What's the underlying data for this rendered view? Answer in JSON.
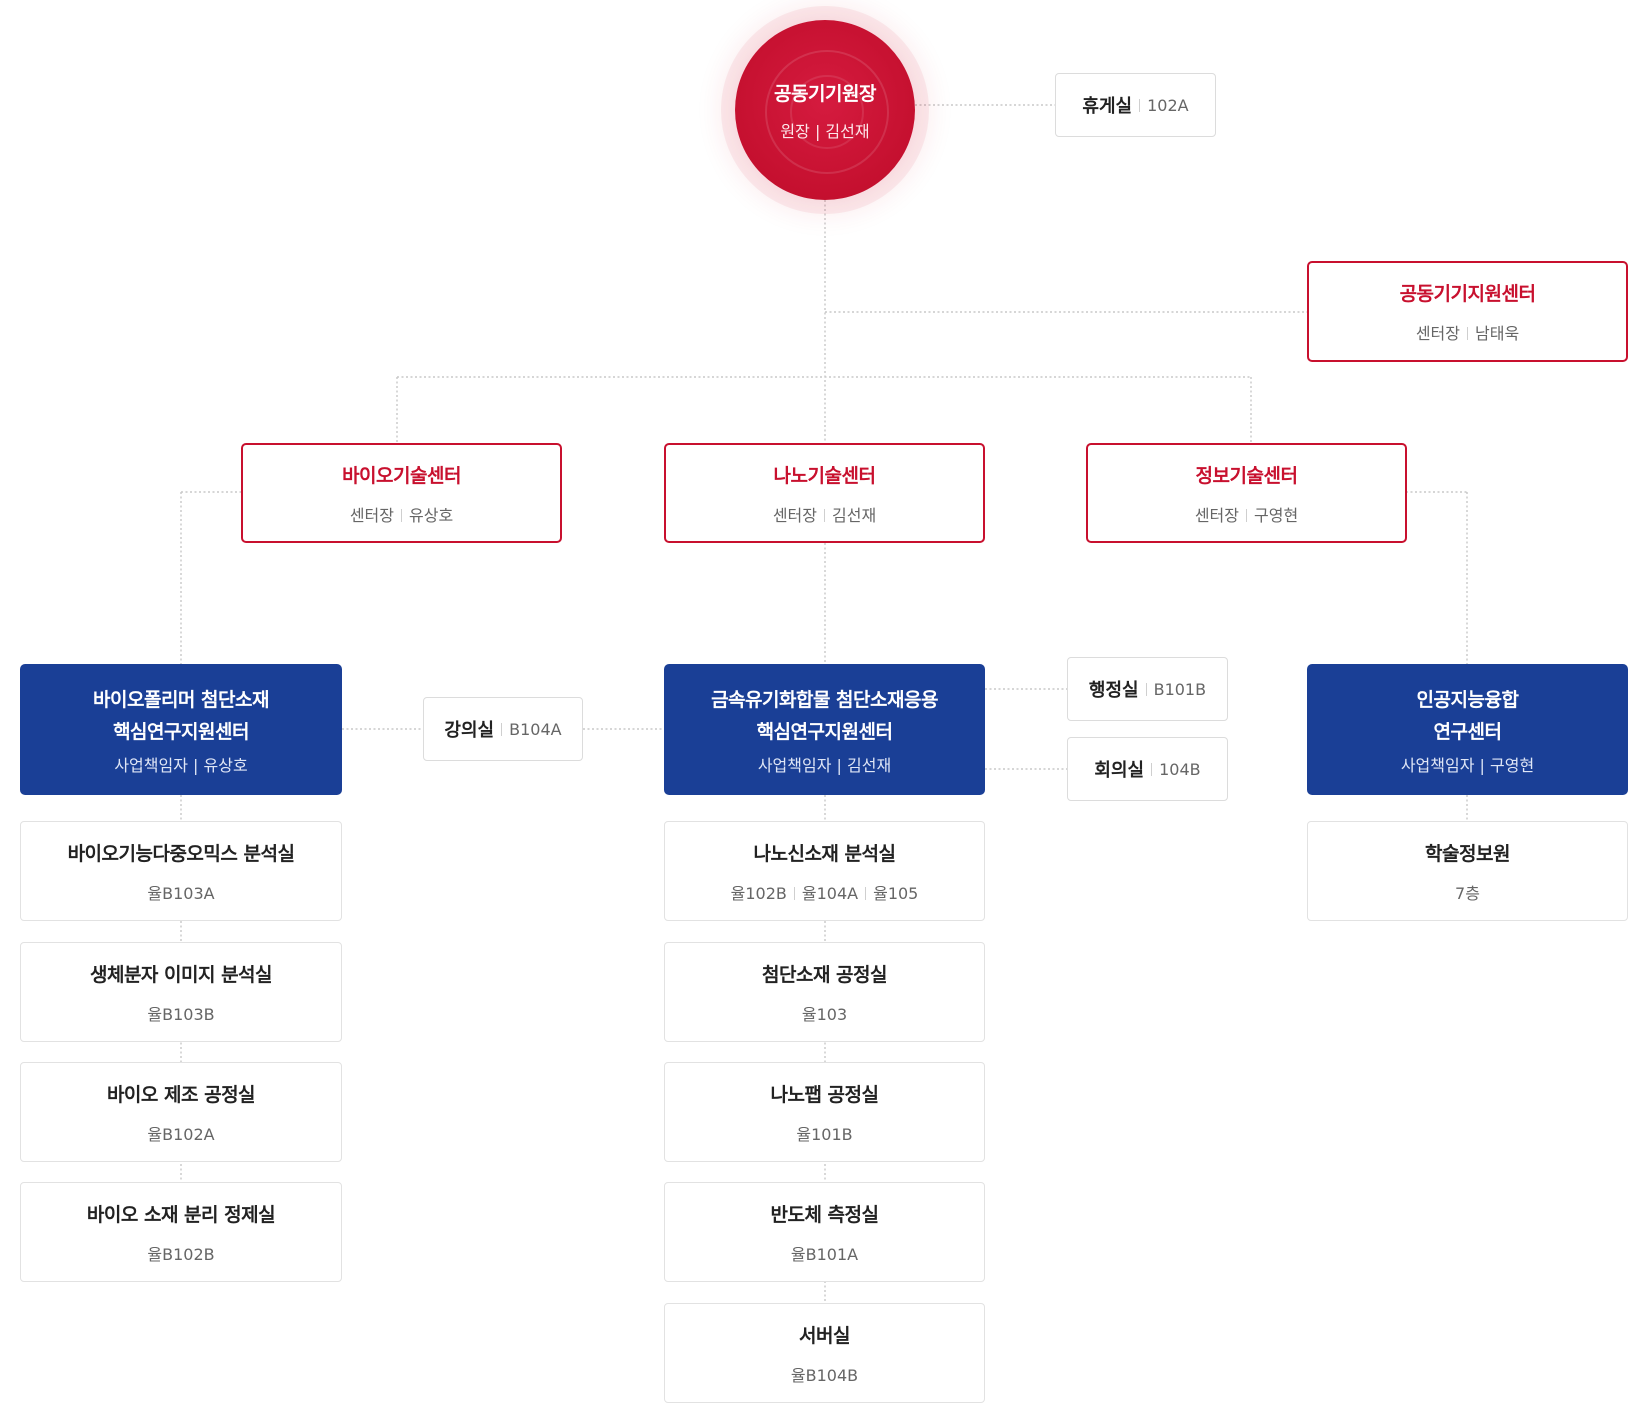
{
  "director": {
    "title": "공동기기원장",
    "role": "원장",
    "name": "김선재"
  },
  "lounge": {
    "name": "휴게실",
    "room": "102A"
  },
  "support_center": {
    "title": "공동기기지원센터",
    "role": "센터장",
    "name": "남태욱"
  },
  "centers": [
    {
      "title": "바이오기술센터",
      "role": "센터장",
      "name": "유상호"
    },
    {
      "title": "나노기술센터",
      "role": "센터장",
      "name": "김선재"
    },
    {
      "title": "정보기술센터",
      "role": "센터장",
      "name": "구영현"
    }
  ],
  "research": [
    {
      "line1": "바이오폴리머 첨단소재",
      "line2": "핵심연구지원센터",
      "role": "사업책임자",
      "name": "유상호"
    },
    {
      "line1": "금속유기화합물 첨단소재응용",
      "line2": "핵심연구지원센터",
      "role": "사업책임자",
      "name": "김선재"
    },
    {
      "line1": "인공지능융합",
      "line2": "연구센터",
      "role": "사업책임자",
      "name": "구영현"
    }
  ],
  "lecture_room": {
    "name": "강의실",
    "room": "B104A"
  },
  "admin_office": {
    "name": "행정실",
    "room": "B101B"
  },
  "meeting_room": {
    "name": "회의실",
    "room": "104B"
  },
  "bio_labs": [
    {
      "title": "바이오기능다중오믹스 분석실",
      "room": "율B103A"
    },
    {
      "title": "생체분자 이미지 분석실",
      "room": "율B103B"
    },
    {
      "title": "바이오 제조 공정실",
      "room": "율B102A"
    },
    {
      "title": "바이오 소재 분리 정제실",
      "room": "율B102B"
    }
  ],
  "nano_labs": [
    {
      "title": "나노신소재 분석실",
      "rooms": [
        "율102B",
        "율104A",
        "율105"
      ]
    },
    {
      "title": "첨단소재 공정실",
      "room": "율103"
    },
    {
      "title": "나노팹 공정실",
      "room": "율101B"
    },
    {
      "title": "반도체 측정실",
      "room": "율B101A"
    },
    {
      "title": "서버실",
      "room": "율B104B"
    }
  ],
  "info_labs": [
    {
      "title": "학술정보원",
      "room": "7층"
    }
  ]
}
